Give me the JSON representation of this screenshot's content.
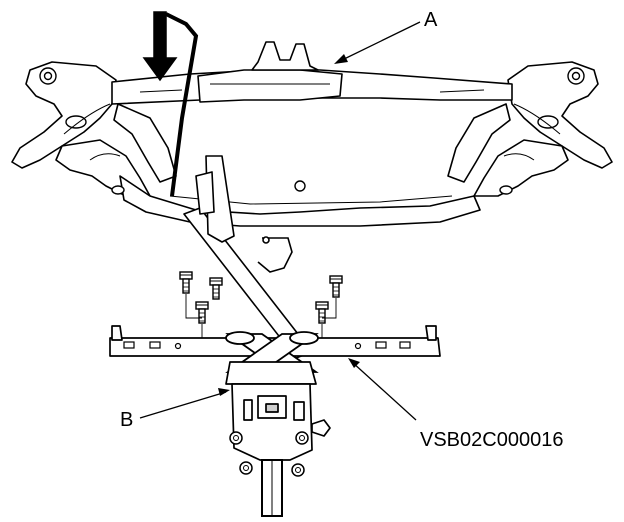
{
  "callouts": {
    "a": "A",
    "b": "B"
  },
  "figure_code": "VSB02C000016",
  "colors": {
    "ink": "#000000",
    "fill": "#ffffff",
    "shade": "#cfcfcf"
  }
}
